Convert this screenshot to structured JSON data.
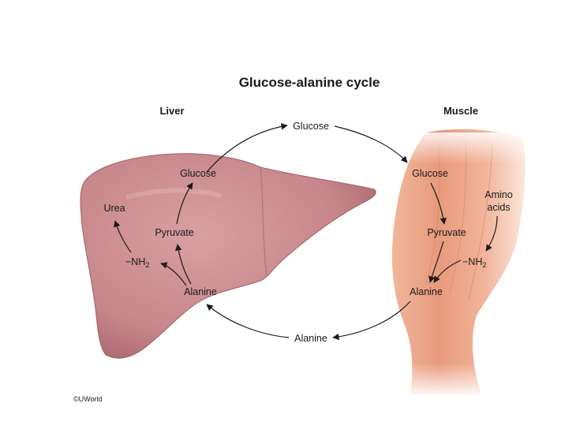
{
  "title": "Glucose-alanine cycle",
  "organs": {
    "liver": "Liver",
    "muscle": "Muscle"
  },
  "blood": {
    "glucose": "Glucose",
    "alanine": "Alanine"
  },
  "liver_labels": {
    "glucose": "Glucose",
    "pyruvate": "Pyruvate",
    "urea": "Urea",
    "nh2_prefix": "−NH",
    "nh2_sub": "2",
    "alanine": "Alanine"
  },
  "muscle_labels": {
    "glucose": "Glucose",
    "pyruvate": "Pyruvate",
    "amino_line1": "Amino",
    "amino_line2": "acids",
    "nh2_prefix": "−NH",
    "nh2_sub": "2",
    "alanine": "Alanine"
  },
  "credit": "©UWorld",
  "colors": {
    "liver_fill": "#c9878a",
    "muscle_fill": "#e9a385",
    "arrow": "#1a1a1a"
  }
}
